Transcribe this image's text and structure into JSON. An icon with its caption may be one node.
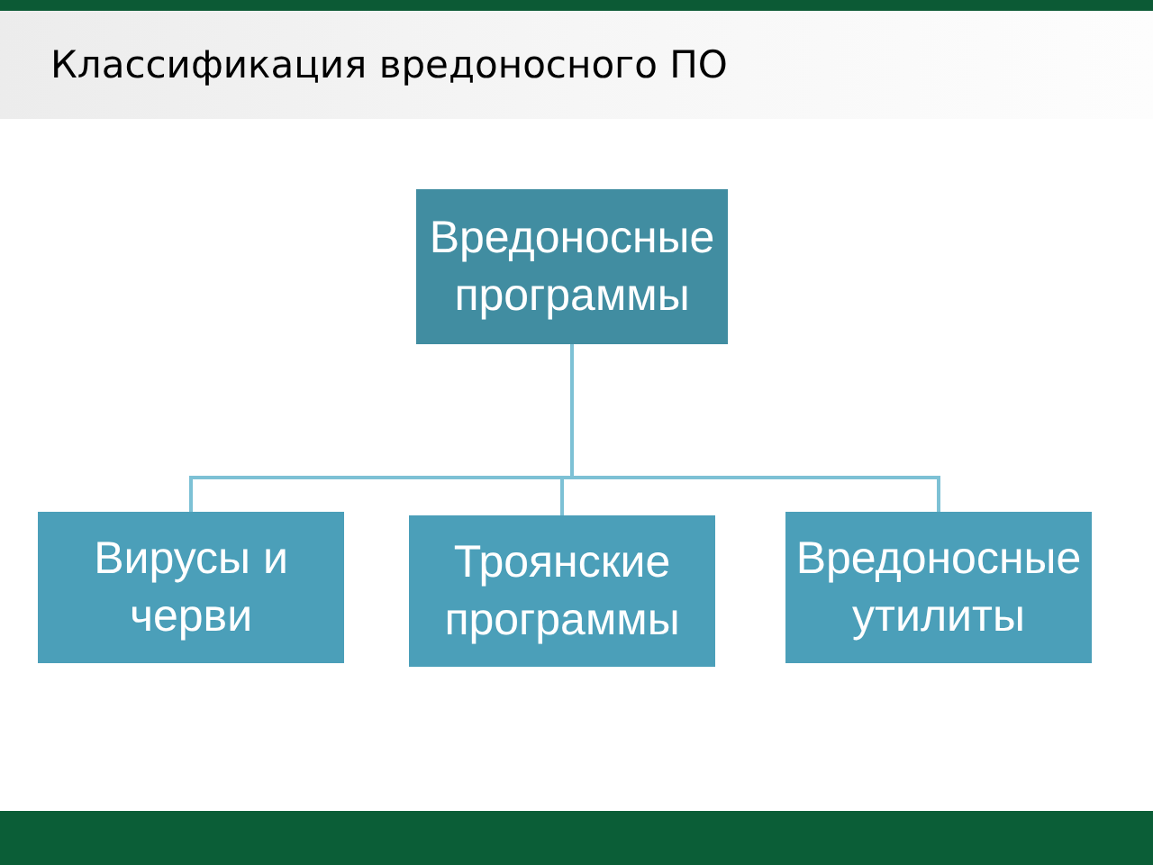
{
  "diagram": {
    "title": "Классификация вредоносного ПО",
    "nodes": [
      {
        "text": [
          "Вредоносные программы"
        ]
      },
      {
        "text": [
          "Вирусы и черви"
        ]
      },
      {
        "text": [
          "Троянские программы"
        ]
      },
      {
        "text": [
          "Вредоносные утилиты"
        ]
      }
    ],
    "edges": [
      {
        "from": 0,
        "to": 1,
        "arrow": "none"
      },
      {
        "from": 0,
        "to": 2,
        "arrow": "none"
      },
      {
        "from": 0,
        "to": 3,
        "arrow": "none"
      }
    ]
  }
}
